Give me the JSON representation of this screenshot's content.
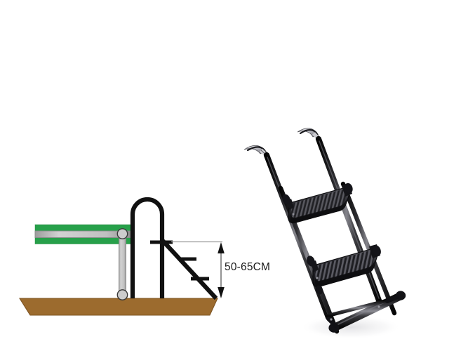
{
  "figure": {
    "title": "Trampoline ladder installation diagram with product photo",
    "background_color": "#ffffff"
  },
  "diagram": {
    "name": "ladder-height-diagram",
    "dimension_label": "50-65CM",
    "dimension_label_name": "dimension-label",
    "parts": [
      {
        "key": "trampoline_mat",
        "label": "Trampoline mat edge",
        "color": "#27a04a"
      },
      {
        "key": "frame_rail",
        "label": "Horizontal frame rail",
        "color": "#c4c4c4"
      },
      {
        "key": "support_leg",
        "label": "Vertical support leg",
        "color": "#c4c4c4"
      },
      {
        "key": "joint_top",
        "label": "Top pivot joint",
        "color": "#c9c9c9"
      },
      {
        "key": "joint_bottom",
        "label": "Bottom pivot joint",
        "color": "#c9c9c9"
      },
      {
        "key": "handrail_arch",
        "label": "Handrail arch",
        "color": "#111111"
      },
      {
        "key": "ladder_rail",
        "label": "Diagonal ladder rail",
        "color": "#111111"
      },
      {
        "key": "step_upper",
        "label": "Upper step rung",
        "color": "#111111"
      },
      {
        "key": "step_lower",
        "label": "Lower step rung",
        "color": "#111111"
      },
      {
        "key": "ground",
        "label": "Ground surface",
        "color": "#9c6b2e"
      },
      {
        "key": "dimension_line",
        "label": "Height dimension line",
        "color": "#1a1a1a"
      }
    ],
    "colors": {
      "mat_green": "#27a04a",
      "mat_green_dark": "#1f8a3e",
      "metal_gray": "#c4c4c4",
      "metal_gray_edge": "#8a8a8a",
      "frame_black": "#111111",
      "ground_brown": "#9c6b2e",
      "ground_brown_edge": "#7d5423",
      "dim_gray": "#9a9a9a"
    }
  },
  "photo": {
    "name": "ladder-product-photo",
    "alt": "Black two-step trampoline ladder with curved top hooks and bottom stabilizer bar",
    "components": [
      {
        "key": "hook_left",
        "label": "Left top hook"
      },
      {
        "key": "hook_right",
        "label": "Right top hook"
      },
      {
        "key": "rail_left",
        "label": "Left side rail"
      },
      {
        "key": "rail_right",
        "label": "Right side rail"
      },
      {
        "key": "tread_upper",
        "label": "Upper ribbed step tread"
      },
      {
        "key": "tread_lower",
        "label": "Lower ribbed step tread"
      },
      {
        "key": "stabilizer_bar",
        "label": "Bottom stabilizer bar"
      }
    ],
    "colors": {
      "tube_black": "#0d0d0d",
      "tube_highlight": "#6e6e72",
      "tread_dark": "#1a1a1c",
      "tread_rib": "#46464a",
      "hook_chrome": "#d8d8dc"
    }
  }
}
